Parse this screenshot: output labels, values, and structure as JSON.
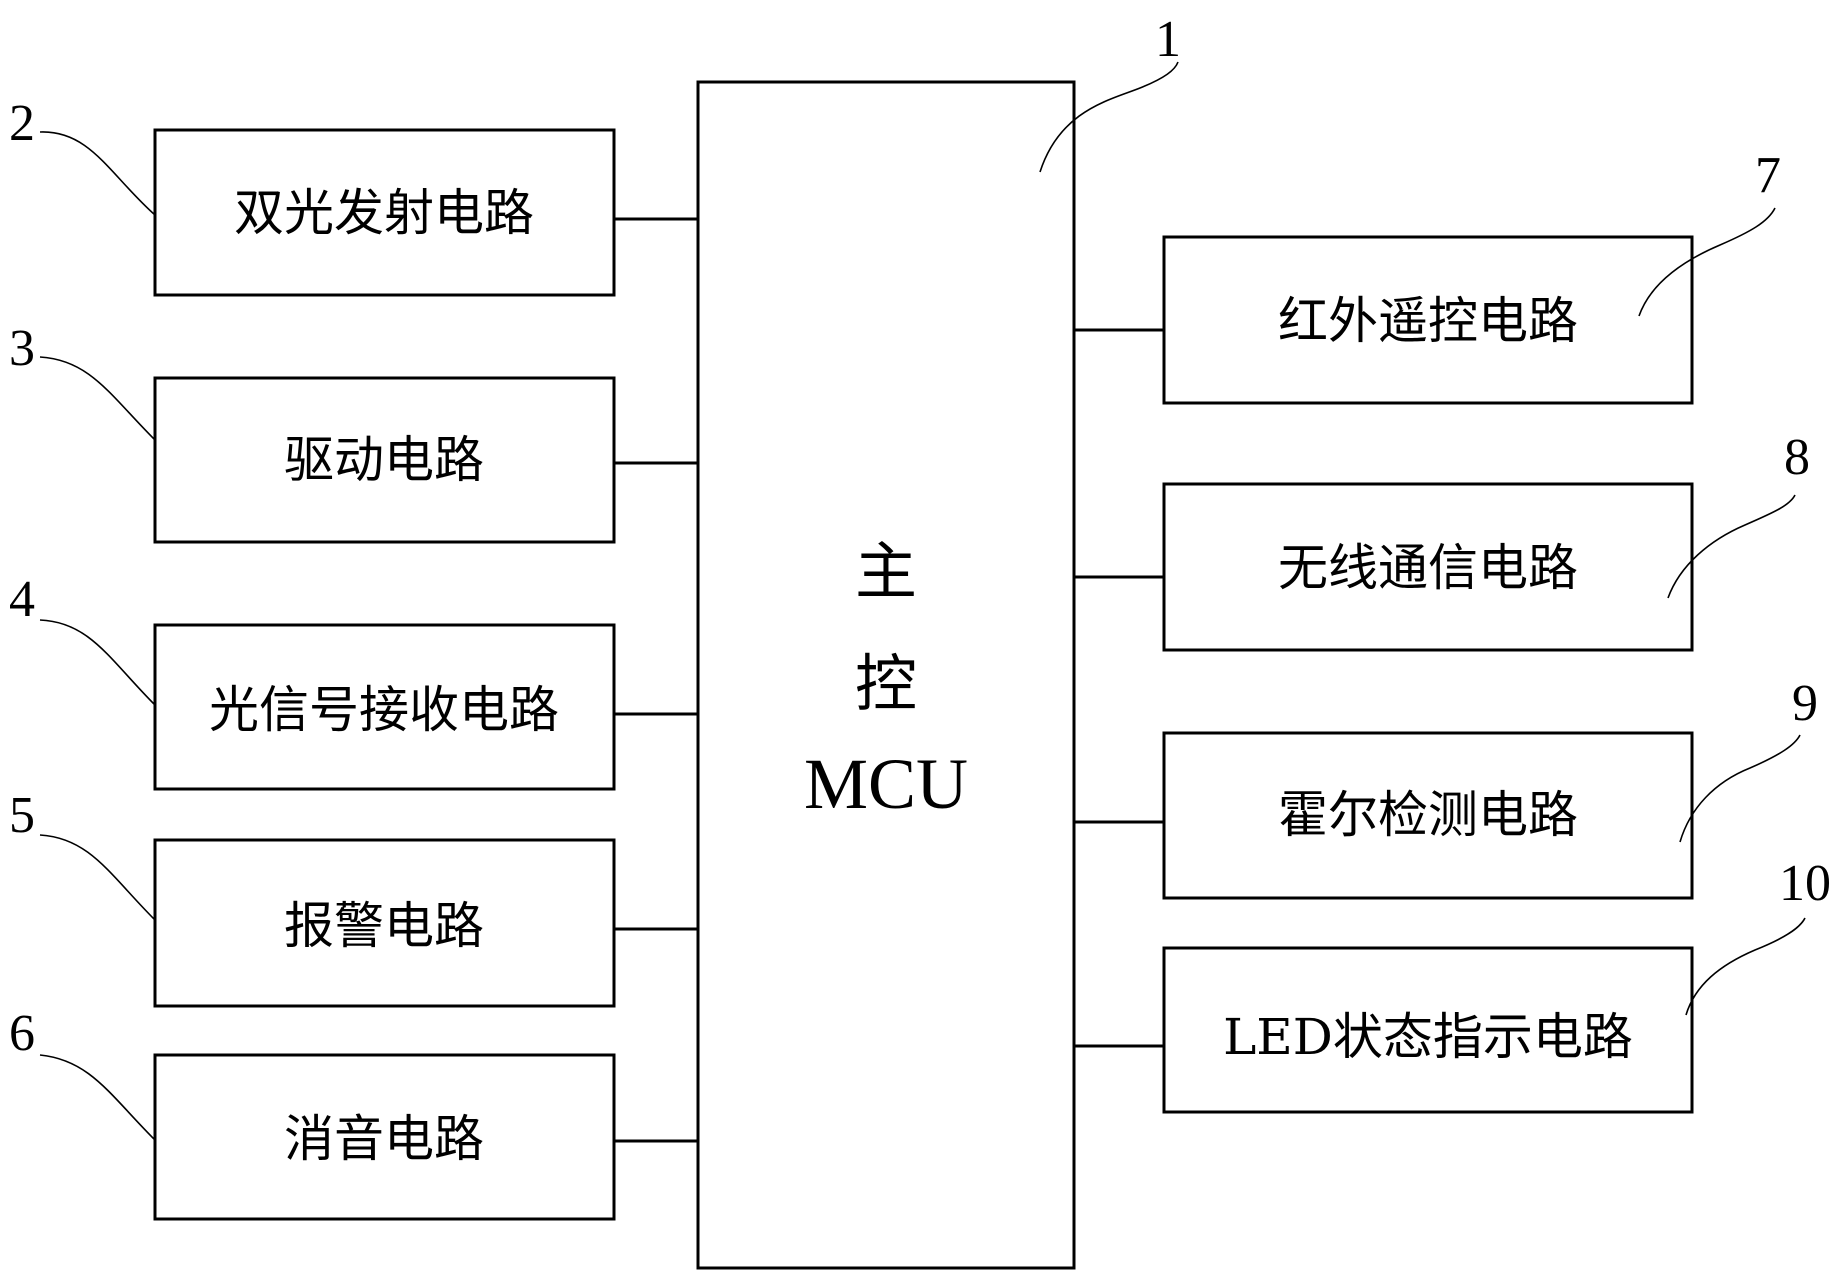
{
  "diagram": {
    "type": "block-diagram",
    "main_controller": {
      "ref": "1",
      "lines": [
        "主",
        "控",
        "MCU"
      ]
    },
    "left_blocks": [
      {
        "ref": "2",
        "label": "双光发射电路"
      },
      {
        "ref": "3",
        "label": "驱动电路"
      },
      {
        "ref": "4",
        "label": "光信号接收电路"
      },
      {
        "ref": "5",
        "label": "报警电路"
      },
      {
        "ref": "6",
        "label": "消音电路"
      }
    ],
    "right_blocks": [
      {
        "ref": "7",
        "label": "红外遥控电路"
      },
      {
        "ref": "8",
        "label": "无线通信电路"
      },
      {
        "ref": "9",
        "label": "霍尔检测电路"
      },
      {
        "ref": "10",
        "label": "LED状态指示电路"
      }
    ],
    "colors": {
      "line": "#000000",
      "background": "#ffffff"
    }
  }
}
